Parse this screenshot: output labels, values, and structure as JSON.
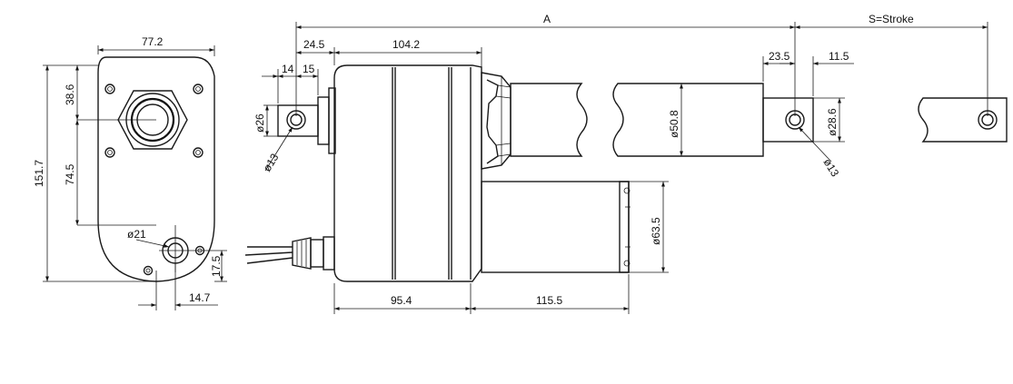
{
  "dimensions": {
    "a": "A",
    "stroke": "S=Stroke",
    "d77_2": "77.2",
    "d151_7": "151.7",
    "d38_6": "38.6",
    "d74_5": "74.5",
    "d21": "ø21",
    "d17_5": "17.5",
    "d14_7": "14.7",
    "d24_5": "24.5",
    "d104_2": "104.2",
    "d14": "14",
    "d15": "15",
    "d26": "ø26",
    "d13_left": "ø13",
    "d95_4": "95.4",
    "d115_5": "115.5",
    "d50_8": "ø50.8",
    "d63_5": "ø63.5",
    "d23_5": "23.5",
    "d11_5": "11.5",
    "d28_6": "ø28.6",
    "d13_right": "ø13"
  }
}
